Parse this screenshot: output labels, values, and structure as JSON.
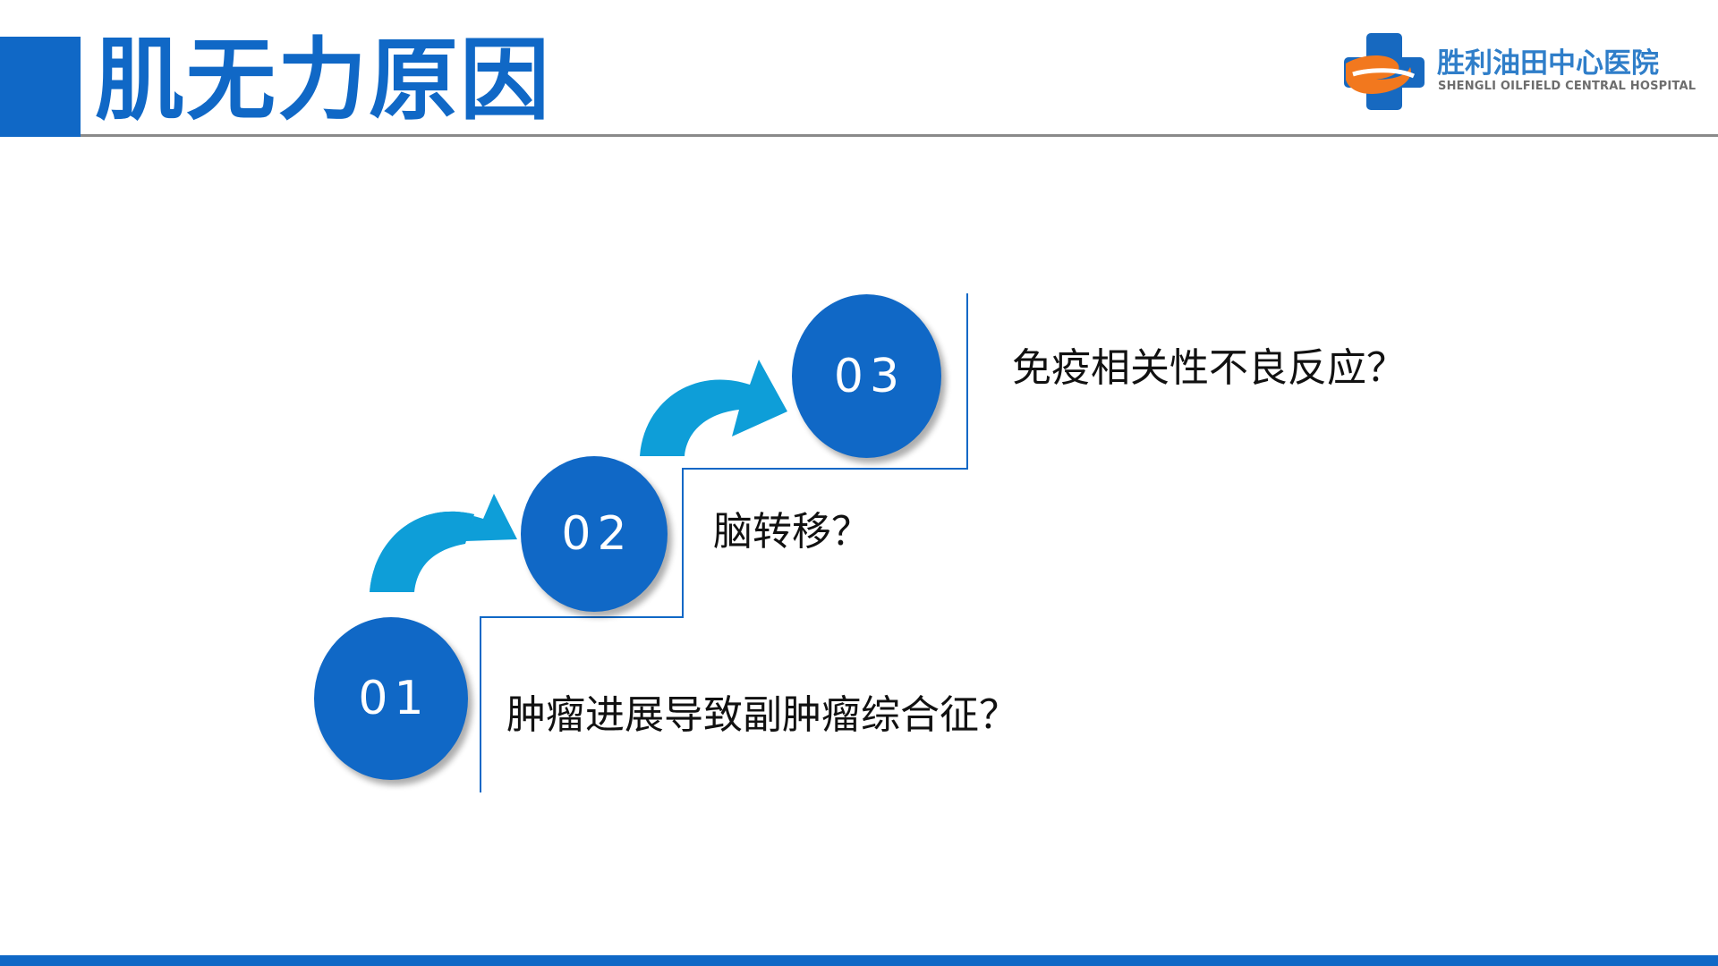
{
  "header": {
    "title": "肌无力原因",
    "accent_color": "#1068c6"
  },
  "logo": {
    "icon": "hospital-cross-logo",
    "name": "胜利油田中心医院",
    "subtitle": "SHENGLI OILFIELD CENTRAL HOSPITAL"
  },
  "steps": [
    {
      "number": "01",
      "text": "肿瘤进展导致副肿瘤综合征？"
    },
    {
      "number": "02",
      "text": "脑转移？"
    },
    {
      "number": "03",
      "text": "免疫相关性不良反应？"
    }
  ],
  "colors": {
    "primary": "#1068c6",
    "arrow": "#0e9ed8",
    "logo_orange": "#f2781e"
  },
  "icons": {
    "step_arrow": "curved-arrow-icon"
  }
}
